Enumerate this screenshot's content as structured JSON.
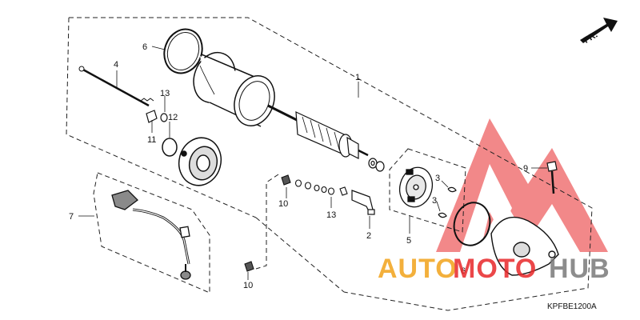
{
  "diagram": {
    "ref_code": "KPFBE1200A",
    "fr_label": "FR.",
    "callouts": [
      "1",
      "2",
      "3",
      "3",
      "4",
      "5",
      "6",
      "6",
      "7",
      "9",
      "10",
      "10",
      "11",
      "12",
      "13",
      "13"
    ]
  },
  "watermark": {
    "text_part1": "AUTO",
    "text_part2": "MOTO",
    "text_part3": "HUB",
    "colors": {
      "red": "#e8282a",
      "orange": "#f2a31b",
      "gray": "#7a7a7a"
    }
  }
}
